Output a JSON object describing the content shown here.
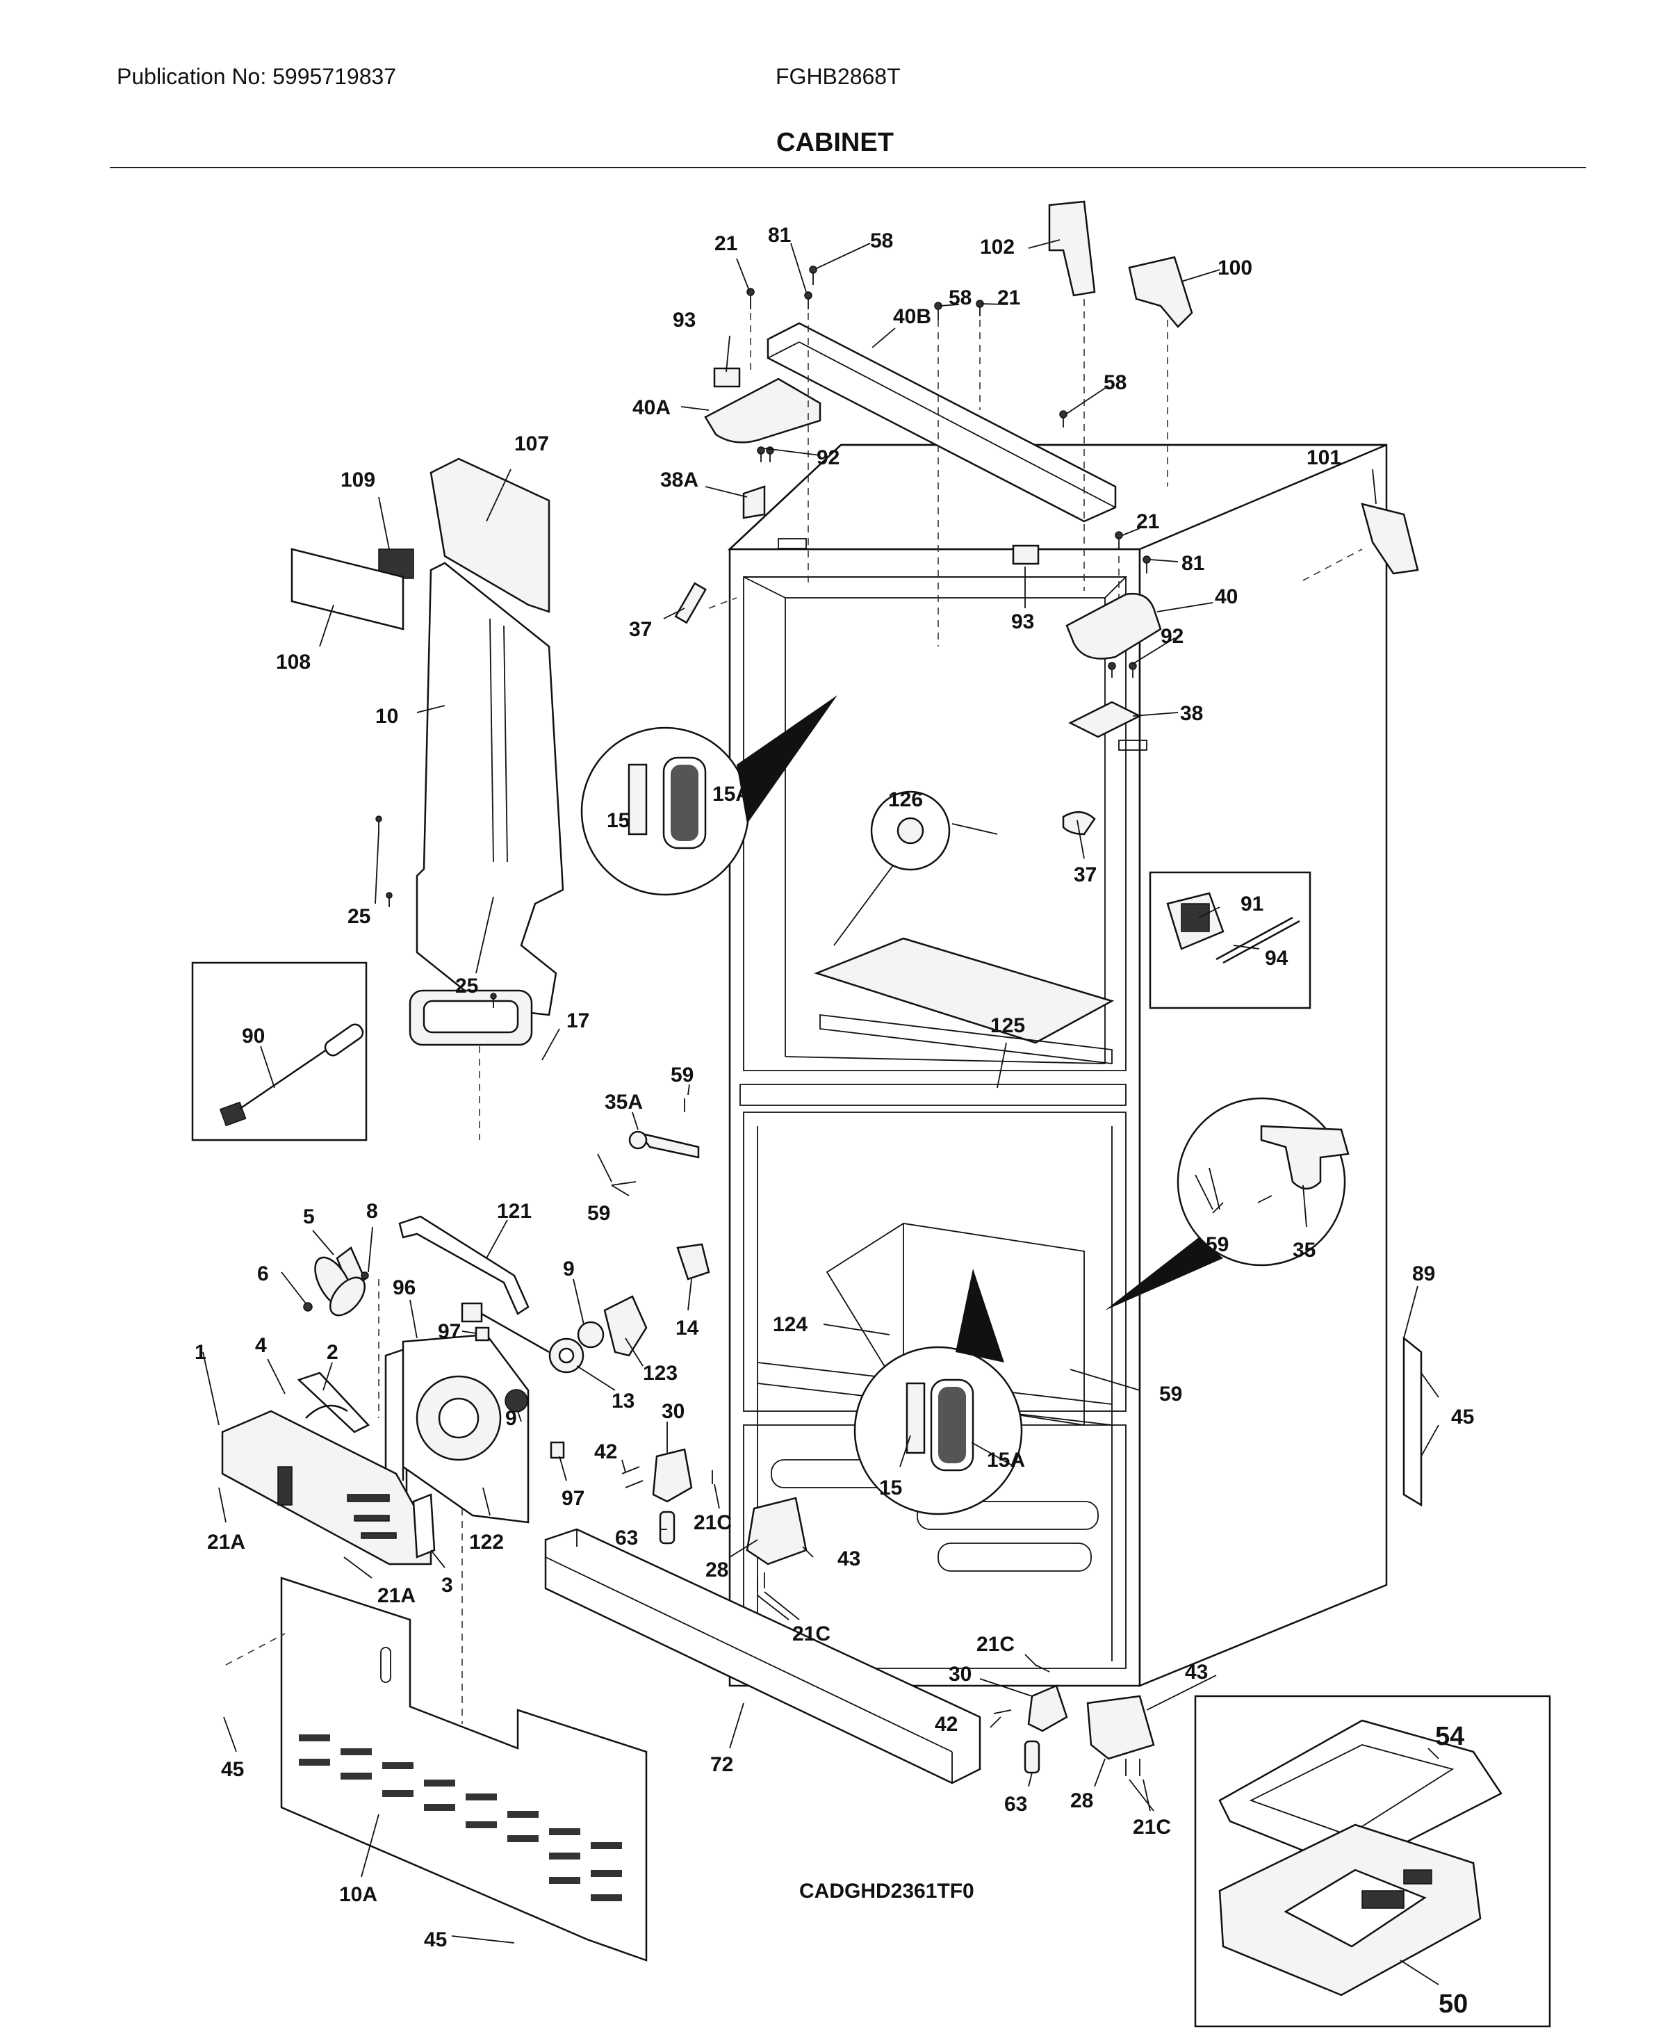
{
  "header": {
    "publication": "Publication No: 5995719837",
    "model": "FGHB2868T",
    "section_title": "CABINET"
  },
  "diagram": {
    "code": "CADGHD2361TF0",
    "part_labels": {
      "p21a": "21",
      "p81a": "81",
      "p58a": "58",
      "p102": "102",
      "p100": "100",
      "p93a": "93",
      "p40b": "40B",
      "p58b": "58",
      "p21b": "21",
      "p58c": "58",
      "p40a": "40A",
      "p92a": "92",
      "p38a": "38A",
      "p107": "107",
      "p109": "109",
      "p101": "101",
      "p21c": "21",
      "p81b": "81",
      "p93b": "93",
      "p40": "40",
      "p108": "108",
      "p37a": "37",
      "p92b": "92",
      "p10": "10",
      "p38": "38",
      "p15a": "15",
      "p15Aa": "15A",
      "p126": "126",
      "p37b": "37",
      "p25a": "25",
      "p25b": "25",
      "p91": "91",
      "p94": "94",
      "p125": "125",
      "p90": "90",
      "p17": "17",
      "p59a": "59",
      "p35a": "35A",
      "p59b": "59",
      "p59c": "59",
      "p35": "35",
      "p5": "5",
      "p8": "8",
      "p121": "121",
      "p6": "6",
      "p96": "96",
      "p9a": "9",
      "p14": "14",
      "p89": "89",
      "p97a": "97",
      "p124": "124",
      "p1": "1",
      "p4": "4",
      "p2": "2",
      "p123": "123",
      "p13": "13",
      "p9b": "9",
      "p30a": "30",
      "p59d": "59",
      "p45a": "45",
      "p42a": "42",
      "p97b": "97",
      "p15b": "15",
      "p15Ab": "15A",
      "p21A1": "21A",
      "p63a": "63",
      "p21C1": "21C",
      "p43a": "43",
      "p28a": "28",
      "p122": "122",
      "p21A2": "21A",
      "p3": "3",
      "p21C2": "21C",
      "p21C3": "21C",
      "p30b": "30",
      "p43b": "43",
      "p54": "54",
      "p42b": "42",
      "p45b": "45",
      "p72": "72",
      "p28b": "28",
      "p63b": "63",
      "p21C4": "21C",
      "p10A": "10A",
      "p45c": "45",
      "p50": "50"
    }
  }
}
